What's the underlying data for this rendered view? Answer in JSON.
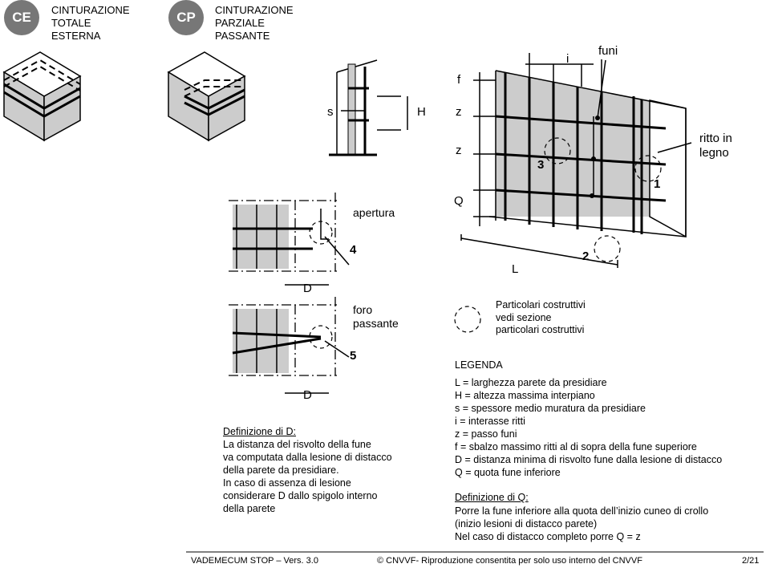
{
  "header": {
    "ce_badge": "CE",
    "ce_text": [
      "CINTURAZIONE",
      "TOTALE",
      "ESTERNA"
    ],
    "cp_badge": "CP",
    "cp_text": [
      "CINTURAZIONE",
      "PARZIALE",
      "PASSANTE"
    ]
  },
  "diagram_labels": {
    "s": "s",
    "H": "H",
    "f": "f",
    "i": "i",
    "funi": "funi",
    "z1": "z",
    "z2": "z",
    "Q": "Q",
    "L": "L",
    "ritto": [
      "ritto in",
      "legno"
    ],
    "n1": "1",
    "n2": "2",
    "n3": "3",
    "n4": "4",
    "n5": "5",
    "apertura": "apertura",
    "foro": [
      "foro",
      "passante"
    ],
    "D1": "D",
    "D2": "D"
  },
  "particolari": [
    "Particolari costruttivi",
    "vedi sezione",
    "particolari costruttivi"
  ],
  "legend": {
    "title": "LEGENDA",
    "items": [
      "L = larghezza parete da presidiare",
      "H = altezza massima interpiano",
      "s = spessore medio muratura da presidiare",
      "i = interasse ritti",
      "z = passo funi",
      "f = sbalzo massimo ritti al di sopra della fune superiore",
      "D = distanza minima di risvolto fune dalla lesione di distacco",
      "Q = quota fune inferiore"
    ]
  },
  "def_q": {
    "title": "Definizione di Q:",
    "lines": [
      "Porre la fune inferiore alla quota dell’inizio cuneo di crollo",
      "(inizio lesioni di distacco parete)",
      "Nel caso di distacco completo porre Q = z"
    ]
  },
  "def_d": {
    "title": "Definizione di D:",
    "lines": [
      "La distanza del risvolto della fune",
      "va computata dalla lesione di distacco",
      "della parete da presidiare.",
      "In caso di assenza di lesione",
      "considerare D dallo spigolo interno",
      "della parete"
    ]
  },
  "footer": {
    "left": "VADEMECUM STOP – Vers. 3.0",
    "center": "© CNVVF- Riproduzione consentita per solo uso interno del CNVVF",
    "right": "2/21"
  }
}
